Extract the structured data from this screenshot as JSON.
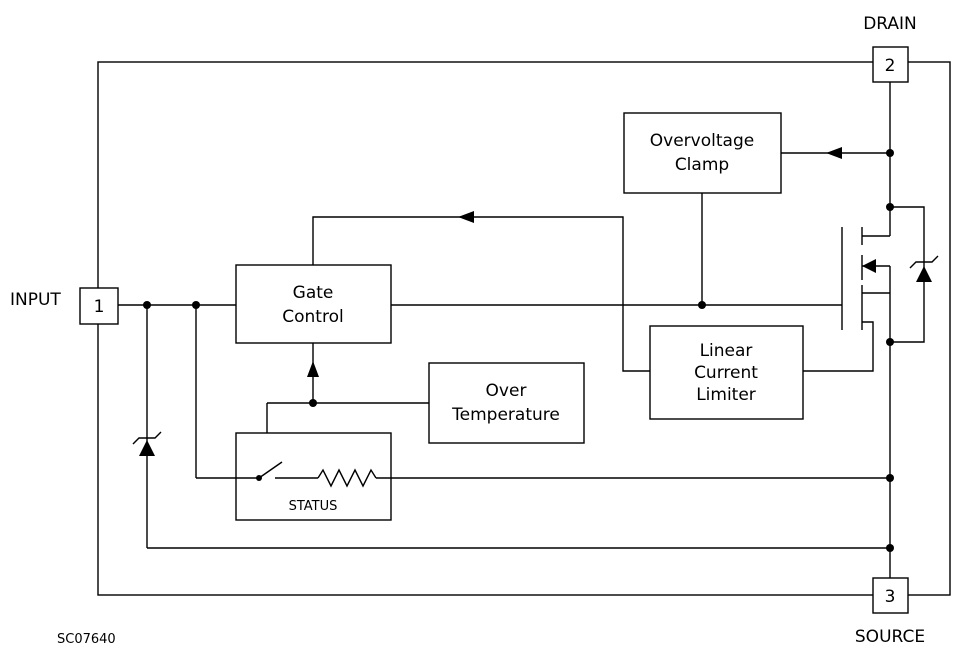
{
  "pins": {
    "drain_name": "DRAIN",
    "drain_num": "2",
    "input_name": "INPUT",
    "input_num": "1",
    "source_name": "SOURCE",
    "source_num": "3"
  },
  "blocks": {
    "overvoltage_line1": "Overvoltage",
    "overvoltage_line2": "Clamp",
    "gate_line1": "Gate",
    "gate_line2": "Control",
    "overtemp_line1": "Over",
    "overtemp_line2": "Temperature",
    "limiter_line1": "Linear",
    "limiter_line2": "Current",
    "limiter_line3": "Limiter",
    "status": "STATUS"
  },
  "figure_id": "SC07640"
}
